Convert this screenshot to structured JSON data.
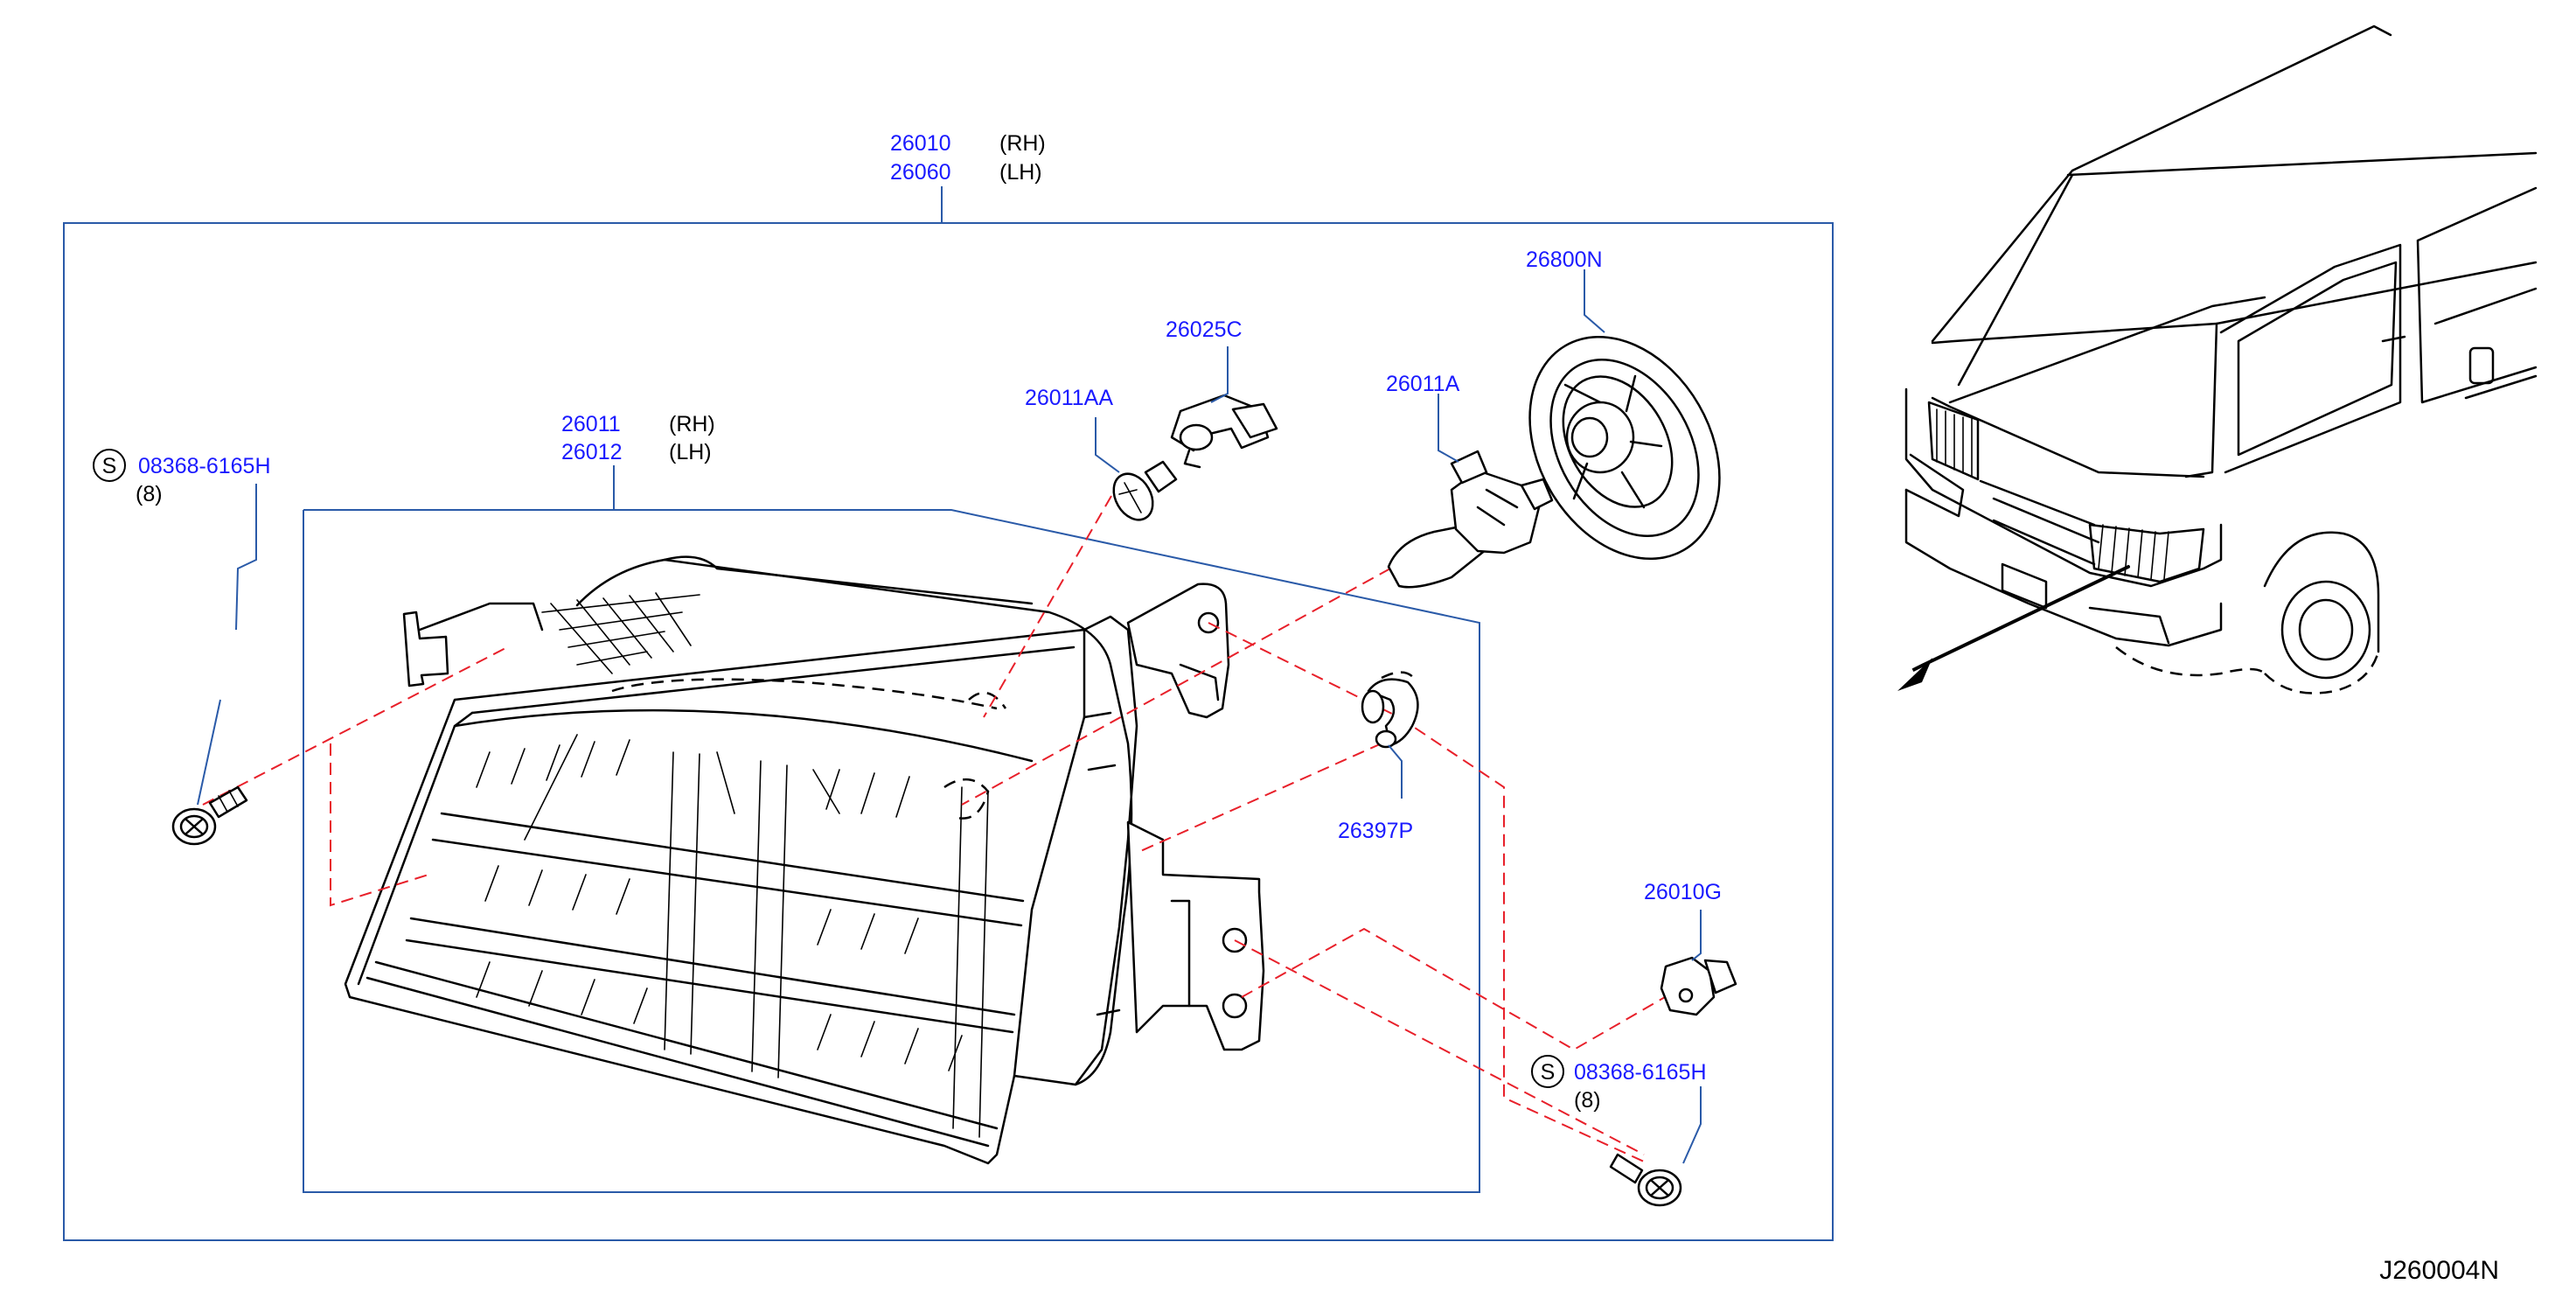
{
  "diagram": {
    "code": "J260004N",
    "colors": {
      "part_number": "#1a1aff",
      "frame": "#2a5aa8",
      "fitting_line": "#e8202a",
      "drawing": "#000000"
    },
    "labels": {
      "assembly_rh_pn": "26010",
      "assembly_rh_side": "(RH)",
      "assembly_lh_pn": "26060",
      "assembly_lh_side": "(LH)",
      "housing_rh_pn": "26011",
      "housing_rh_side": "(RH)",
      "housing_lh_pn": "26012",
      "housing_lh_side": "(LH)",
      "bolt_left_symbol": "S",
      "bolt_left_pn": "08368-6165H",
      "bolt_left_qty": "(8)",
      "bolt_right_symbol": "S",
      "bolt_right_pn": "08368-6165H",
      "bolt_right_qty": "(8)",
      "socket_pn": "26025C",
      "small_bulb_pn": "26011AA",
      "main_bulb_pn": "26011A",
      "cap_pn": "26800N",
      "clip_pn": "26397P",
      "grommet_pn": "26010G"
    }
  }
}
